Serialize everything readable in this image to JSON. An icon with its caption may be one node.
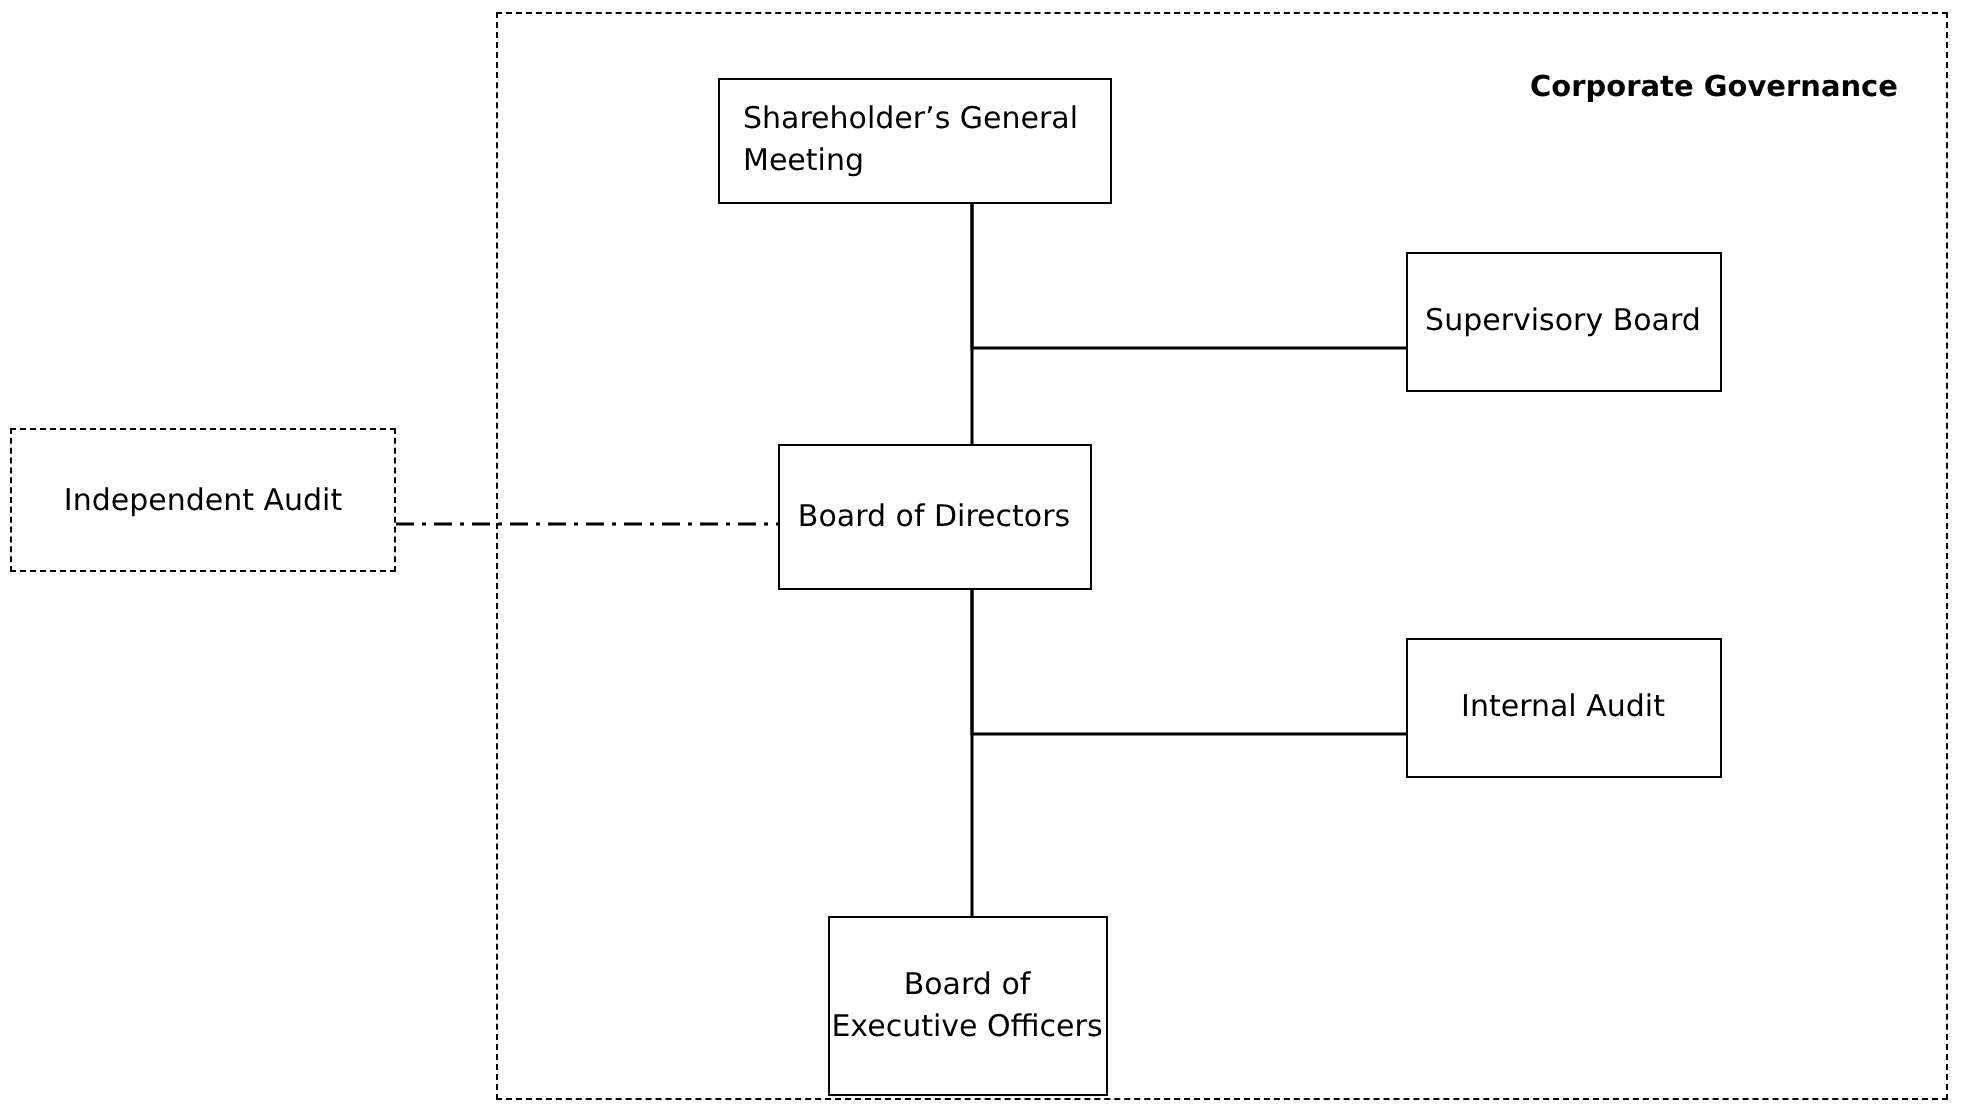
{
  "diagram": {
    "nodes": [
      {
        "text": [
          "Corporate Governance"
        ]
      },
      {
        "text": [
          "Shareholder’s General Meeting"
        ],
        "in": 0
      },
      {
        "text": [
          "Supervisory Board"
        ],
        "in": 0
      },
      {
        "text": [
          "Independent Audit"
        ]
      },
      {
        "text": [
          "Board of Directors"
        ],
        "in": 0
      },
      {
        "text": [
          "Internal Audit"
        ],
        "in": 0
      },
      {
        "text": [
          "Board of Executive Officers"
        ],
        "in": 0
      }
    ],
    "edges": [
      {
        "from": 1,
        "to": 4,
        "arrow": "none"
      },
      {
        "from": 1,
        "to": 2,
        "arrow": "none"
      },
      {
        "from": 3,
        "to": 4,
        "arrow": "none",
        "style": "dashed"
      },
      {
        "from": 4,
        "to": 6,
        "arrow": "none"
      },
      {
        "from": 4,
        "to": 5,
        "arrow": "none"
      }
    ]
  }
}
